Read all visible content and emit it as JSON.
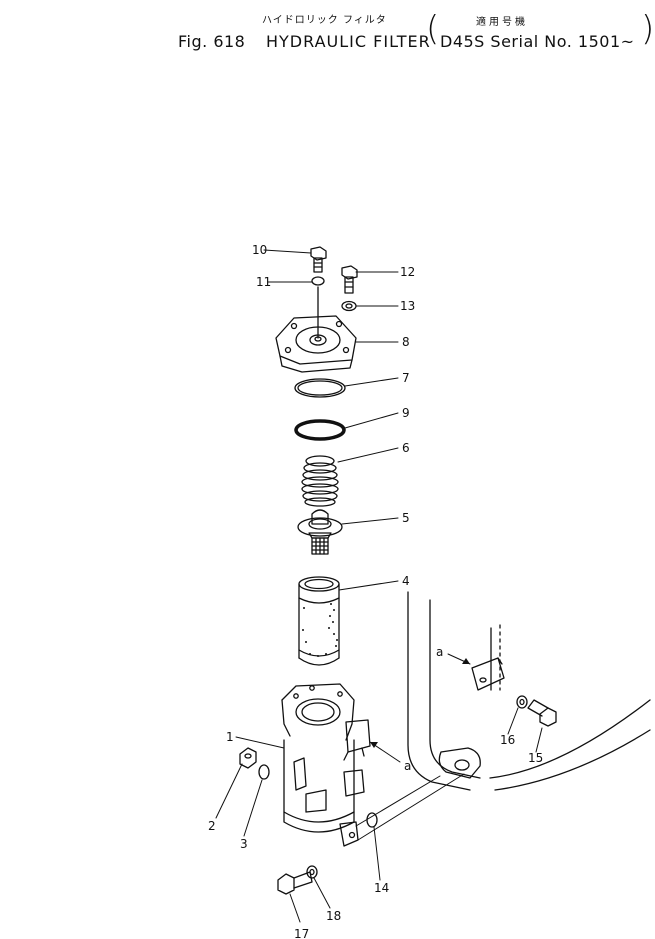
{
  "header": {
    "fig_label": "Fig. 618",
    "title_jp": "ハイドロリック フィルタ",
    "title_en": "HYDRAULIC FILTER",
    "serial_jp": "適用号機",
    "serial_en": "D45S Serial No. 1501~",
    "paren_open": "(",
    "paren_close": ")"
  },
  "callouts": [
    "1",
    "2",
    "3",
    "4",
    "5",
    "6",
    "7",
    "8",
    "9",
    "10",
    "11",
    "12",
    "13",
    "14",
    "15",
    "16",
    "17",
    "18",
    "a",
    "a"
  ]
}
